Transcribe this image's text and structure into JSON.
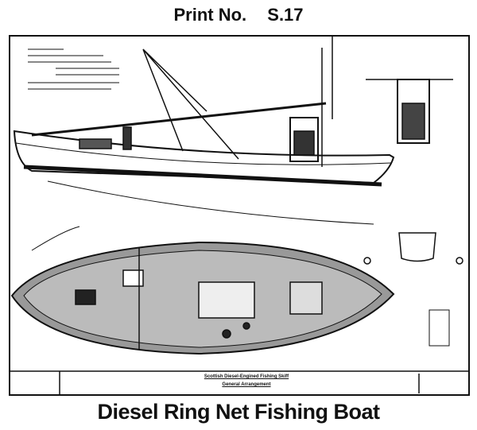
{
  "header": {
    "print_label": "Print No.",
    "print_number": "S.17"
  },
  "drawing": {
    "title_block_line1": "Scottish Diesel-Engined Fishing Skiff",
    "title_block_line2": "General Arrangement"
  },
  "caption": "Diesel Ring Net Fishing Boat"
}
